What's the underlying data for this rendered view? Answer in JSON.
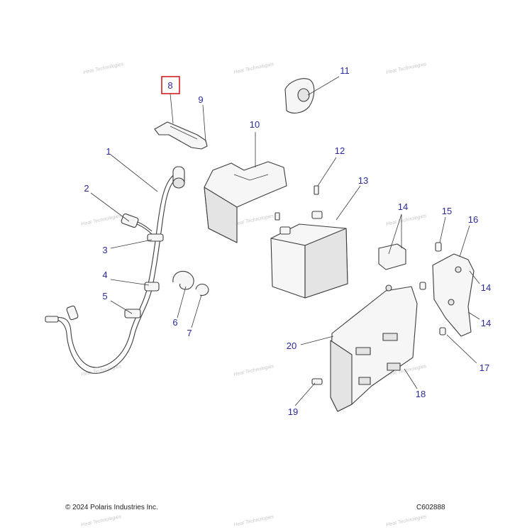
{
  "callouts": [
    {
      "id": "1",
      "text": "1"
    },
    {
      "id": "2",
      "text": "2"
    },
    {
      "id": "3",
      "text": "3"
    },
    {
      "id": "4",
      "text": "4"
    },
    {
      "id": "5",
      "text": "5"
    },
    {
      "id": "6",
      "text": "6"
    },
    {
      "id": "7",
      "text": "7"
    },
    {
      "id": "8",
      "text": "8",
      "highlighted": true
    },
    {
      "id": "9",
      "text": "9"
    },
    {
      "id": "10",
      "text": "10"
    },
    {
      "id": "11",
      "text": "11"
    },
    {
      "id": "12",
      "text": "12"
    },
    {
      "id": "13",
      "text": "13"
    },
    {
      "id": "14a",
      "text": "14"
    },
    {
      "id": "14b",
      "text": "14"
    },
    {
      "id": "14c",
      "text": "14"
    },
    {
      "id": "15",
      "text": "15"
    },
    {
      "id": "16",
      "text": "16"
    },
    {
      "id": "17",
      "text": "17"
    },
    {
      "id": "18",
      "text": "18"
    },
    {
      "id": "19",
      "text": "19"
    },
    {
      "id": "20",
      "text": "20"
    }
  ],
  "watermark": "Heat Technologies",
  "footer": {
    "copyright": "© 2024 Polaris Industries Inc.",
    "figure_id": "C602888"
  },
  "colors": {
    "callout_text": "#2a2a9a",
    "highlight": "#d02020",
    "line_art": "#3c3c3c",
    "watermark": "#c9c9c9"
  }
}
